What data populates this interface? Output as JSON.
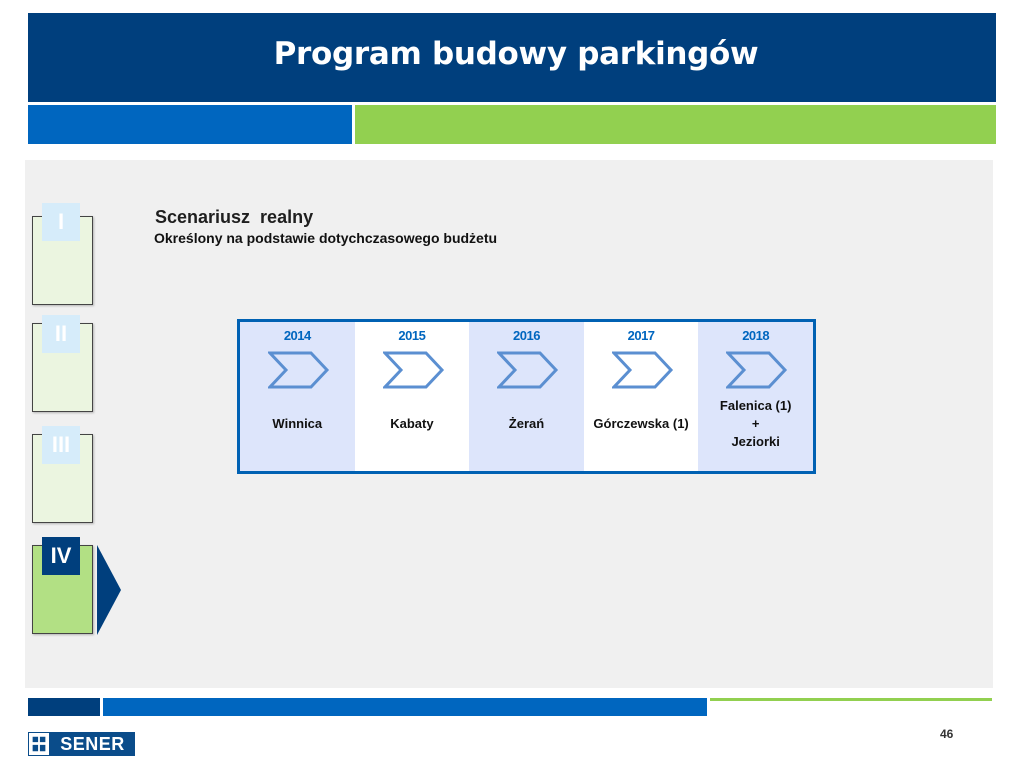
{
  "header": {
    "title": "Program budowy parkingów"
  },
  "sidebar": {
    "steps": [
      {
        "label": "I",
        "active": false
      },
      {
        "label": "II",
        "active": false
      },
      {
        "label": "III",
        "active": false
      },
      {
        "label": "IV",
        "active": true
      }
    ]
  },
  "content": {
    "title": "Scenariusz  realny",
    "subtitle": "Określony na podstawie dotychczasowego budżetu"
  },
  "timeline": [
    {
      "year": "2014",
      "place": [
        "Winnica"
      ]
    },
    {
      "year": "2015",
      "place": [
        "Kabaty"
      ]
    },
    {
      "year": "2016",
      "place": [
        "Żerań"
      ]
    },
    {
      "year": "2017",
      "place": [
        "Górczewska (1)"
      ]
    },
    {
      "year": "2018",
      "place": [
        "Falenica (1)",
        "+",
        "Jeziorki"
      ]
    }
  ],
  "footer": {
    "page_number": "46",
    "logo_text": "SENER"
  },
  "colors": {
    "dark_blue": "#003f7d",
    "blue": "#0066bf",
    "green": "#92d050",
    "chevron": "#5b8fd1"
  },
  "icons": {
    "timeline_marker": "chevron-right-icon",
    "active_step_marker": "triangle-right-icon",
    "logo": "sener-logo"
  }
}
